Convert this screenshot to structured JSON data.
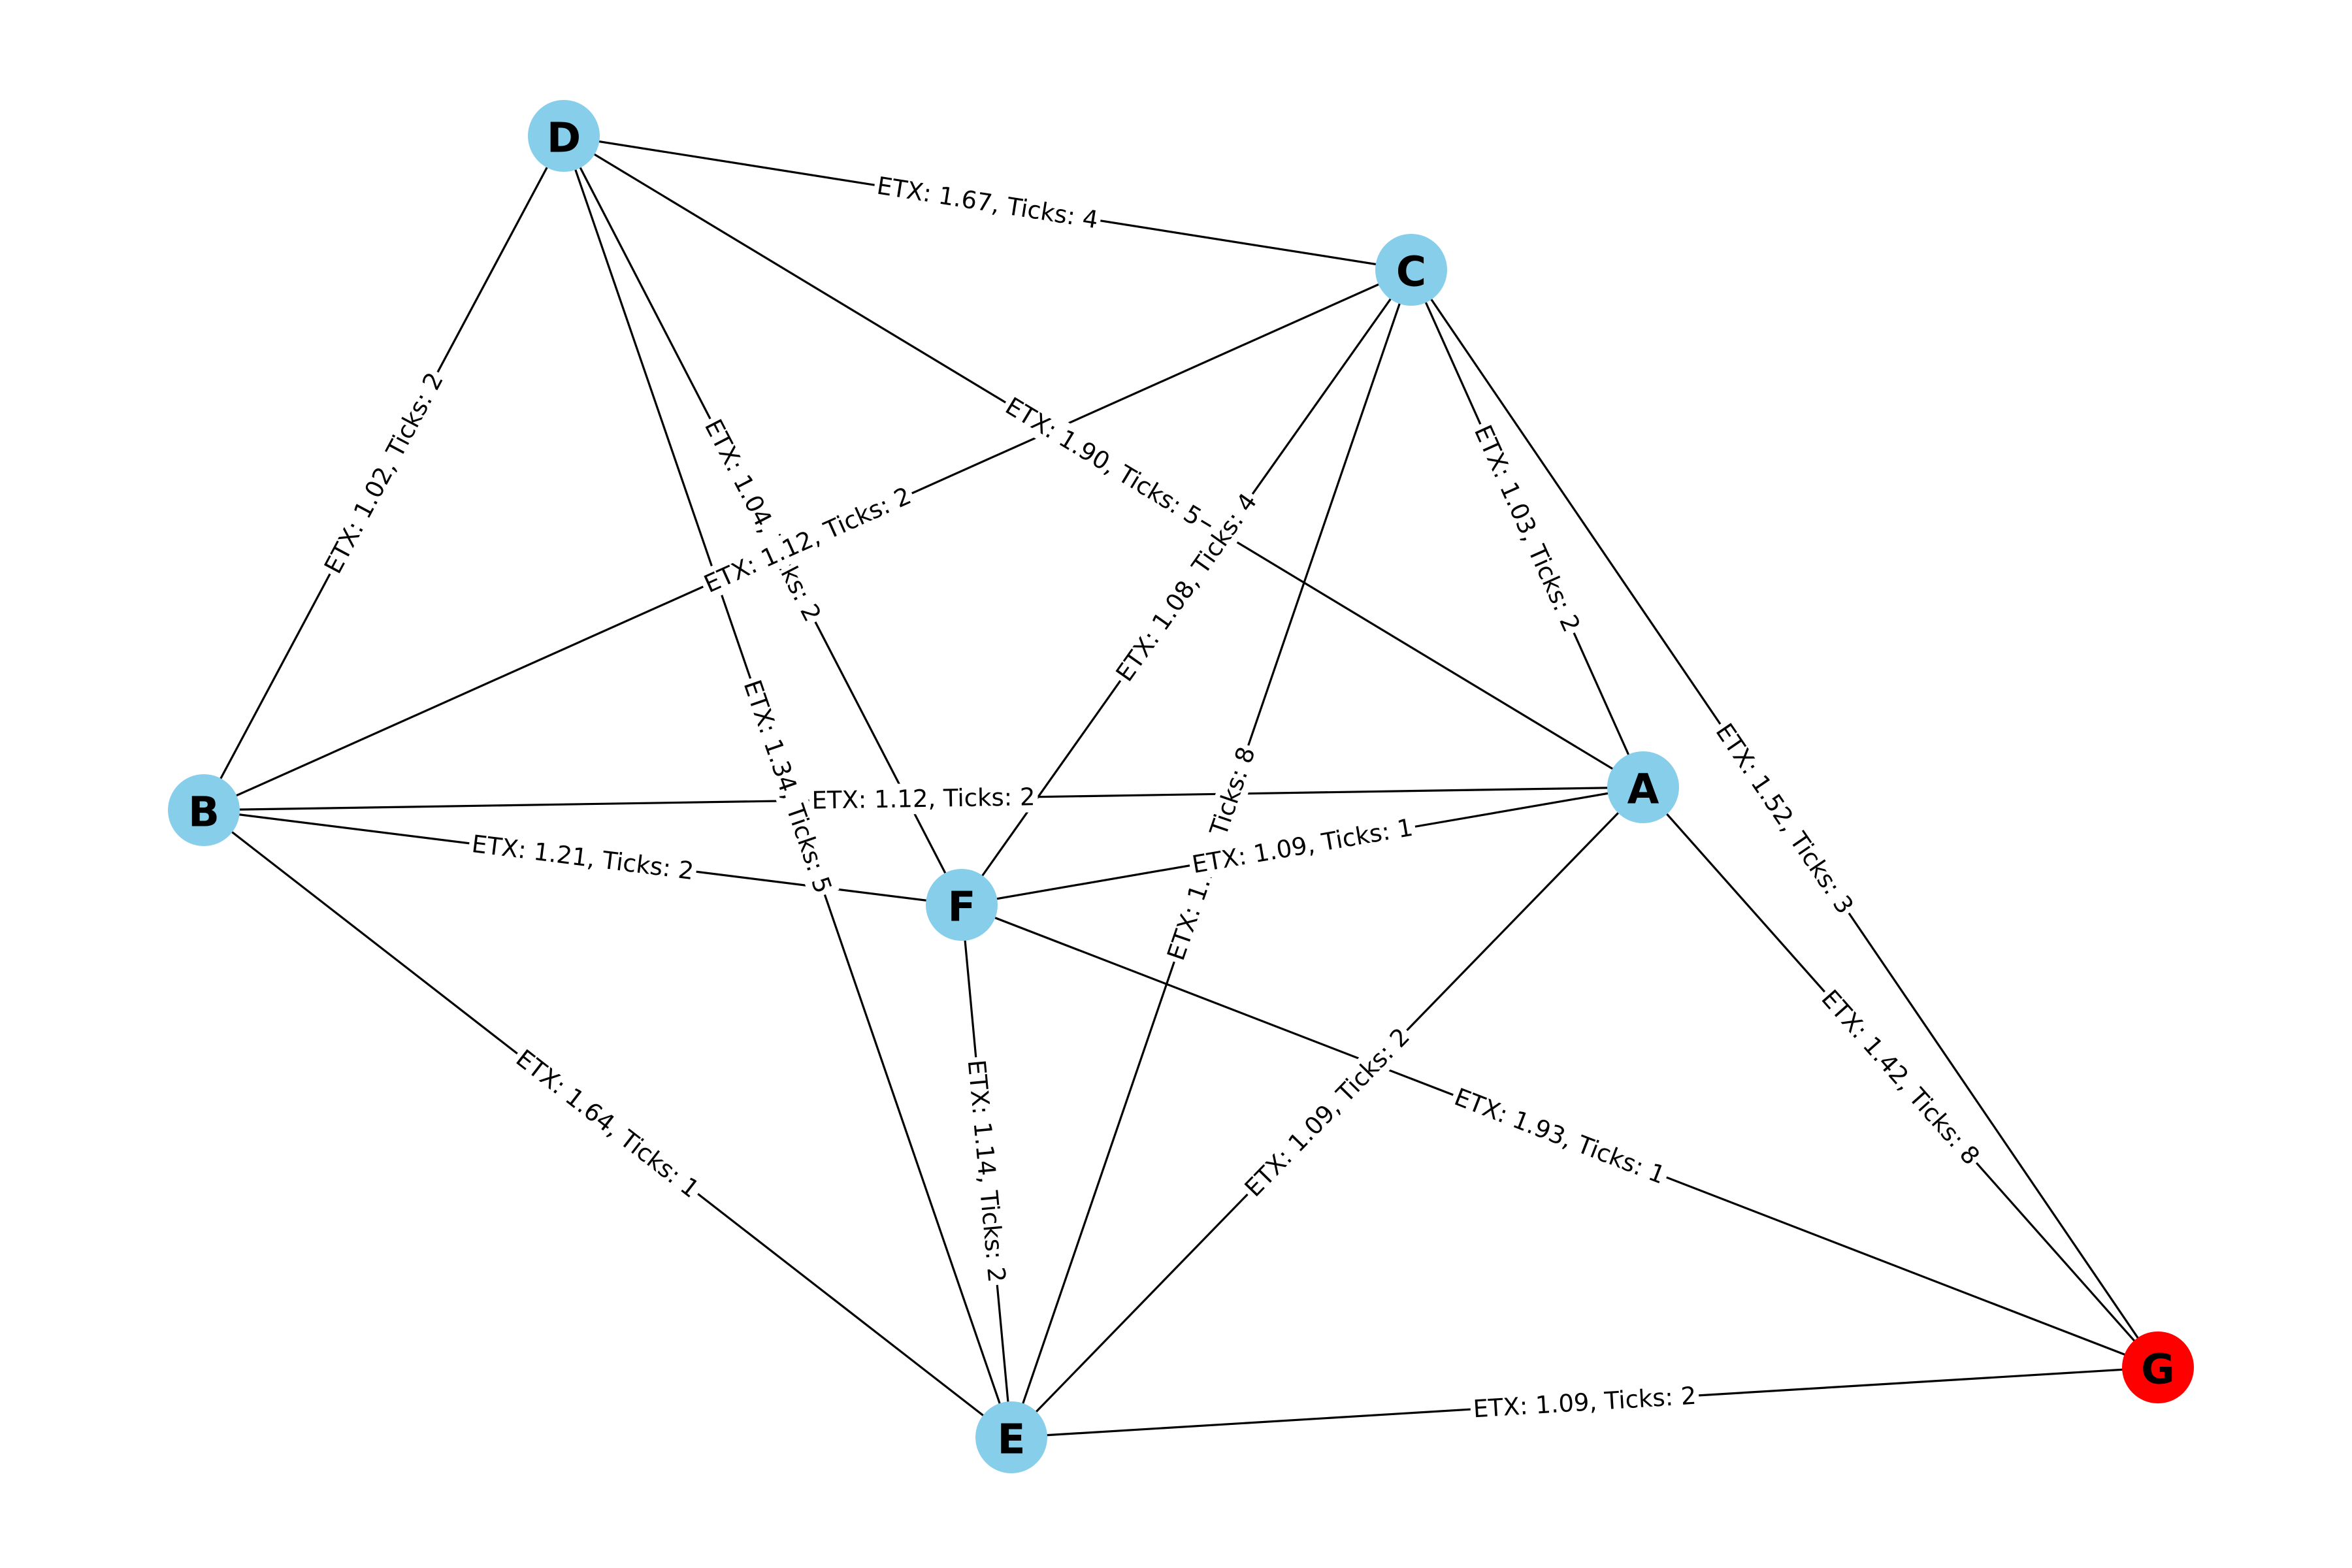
{
  "colors": {
    "default_node": "#87ceeb",
    "target_node": "#ff0000",
    "edge": "#000000",
    "background": "#ffffff"
  },
  "nodes": [
    {
      "id": "A",
      "label": "A",
      "color": "#87ceeb"
    },
    {
      "id": "B",
      "label": "B",
      "color": "#87ceeb"
    },
    {
      "id": "C",
      "label": "C",
      "color": "#87ceeb"
    },
    {
      "id": "D",
      "label": "D",
      "color": "#87ceeb"
    },
    {
      "id": "E",
      "label": "E",
      "color": "#87ceeb"
    },
    {
      "id": "F",
      "label": "F",
      "color": "#87ceeb"
    },
    {
      "id": "G",
      "label": "G",
      "color": "#ff0000"
    }
  ],
  "edges": [
    {
      "source": "D",
      "target": "C",
      "label": "ETX: 1.67, Ticks: 4"
    },
    {
      "source": "D",
      "target": "B",
      "label": "ETX: 1.02, Ticks: 2"
    },
    {
      "source": "D",
      "target": "F",
      "label": "ETX: 1.04, Ticks: 2"
    },
    {
      "source": "D",
      "target": "E",
      "label": "ETX: 1.34, Ticks: 5"
    },
    {
      "source": "D",
      "target": "A",
      "label": "ETX: 1.90, Ticks: 5"
    },
    {
      "source": "C",
      "target": "B",
      "label": "ETX: 1.12, Ticks: 2"
    },
    {
      "source": "C",
      "target": "F",
      "label": "ETX: 1.08, Ticks: 4"
    },
    {
      "source": "C",
      "target": "E",
      "label": "ETX: 1.16, Ticks: 8"
    },
    {
      "source": "C",
      "target": "A",
      "label": "ETX: 1.03, Ticks: 2"
    },
    {
      "source": "C",
      "target": "G",
      "label": "ETX: 1.52, Ticks: 3"
    },
    {
      "source": "B",
      "target": "A",
      "label": "ETX: 1.12, Ticks: 2"
    },
    {
      "source": "B",
      "target": "F",
      "label": "ETX: 1.21, Ticks: 2"
    },
    {
      "source": "B",
      "target": "E",
      "label": "ETX: 1.64, Ticks: 1"
    },
    {
      "source": "F",
      "target": "A",
      "label": "ETX: 1.09, Ticks: 1"
    },
    {
      "source": "F",
      "target": "E",
      "label": "ETX: 1.14, Ticks: 2"
    },
    {
      "source": "F",
      "target": "G",
      "label": "ETX: 1.93, Ticks: 1"
    },
    {
      "source": "A",
      "target": "E",
      "label": "ETX: 1.09, Ticks: 2"
    },
    {
      "source": "A",
      "target": "G",
      "label": "ETX: 1.42, Ticks: 8"
    },
    {
      "source": "E",
      "target": "G",
      "label": "ETX: 1.09, Ticks: 2"
    }
  ]
}
